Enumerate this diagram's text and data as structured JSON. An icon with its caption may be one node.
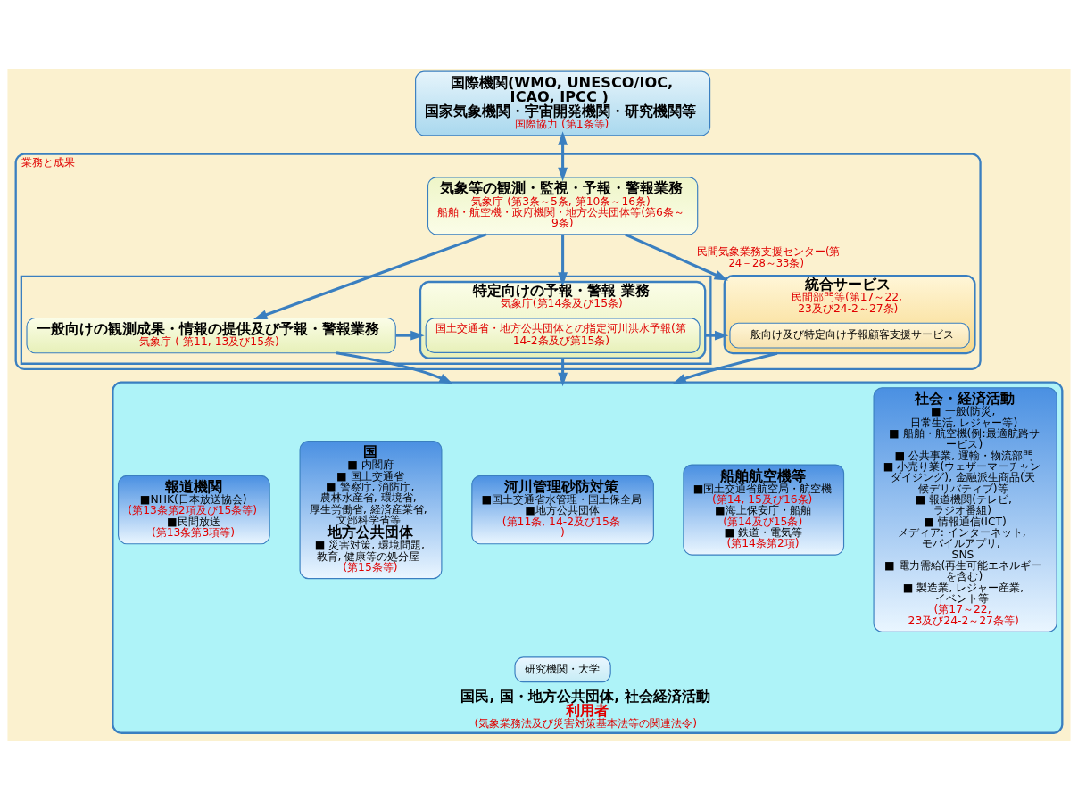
{
  "diagram": {
    "nodes": [
      {
        "text": [
          "国際機関(WMO, UNESCO/IOC, ICAO, IPCC )",
          "国家気象機関・宇宙開発機関・研究機関等",
          "国際協力 (第1条等)"
        ]
      },
      {
        "text": [
          "業務と成果"
        ]
      },
      {
        "text": [
          "気象等の観測・監視・予報・警報業務",
          "気象庁 (第3条～5条, 第10条～16条)",
          "船舶・航空機・政府機関・地方公共団体等(第6条～9条)"
        ],
        "in": 1
      },
      {
        "text": [],
        "shape": "box",
        "in": 1
      },
      {
        "text": [
          "一般向けの観測成果・情報の提供及び予報・警報業務",
          "気象庁 ( 第11, 13及び15条)"
        ],
        "in": 3
      },
      {
        "text": [
          "特定向けの予報・警報 業務",
          "気象庁(第14条及び15条)"
        ],
        "in": 3
      },
      {
        "text": [
          "国土交通省・地方公共団体との指定河川洪水予報(第14-2条及び第15条)"
        ],
        "in": 5
      },
      {
        "text": [
          "統合サービス",
          "民間部門等(第17～22, 23及び24-2～27条)"
        ],
        "in": 1
      },
      {
        "text": [
          "一般向け及び特定向け予報顧客支援サービス"
        ],
        "in": 7
      },
      {
        "text": [
          "国民, 国・地方公共団体, 社会経済活動",
          "利用者",
          "(気象業務法及び災害対策基本法等の関連法令)"
        ]
      },
      {
        "text": [
          "報道機関",
          "■NHK(日本放送協会)",
          "(第13条第2項及び15条等)",
          "■民間放送",
          "(第13条第3項等)"
        ],
        "in": 9
      },
      {
        "text": [
          "国",
          "■ 内閣府",
          "■ 国土交通省",
          "■ 警察庁, 消防庁, 農林水産省, 環境省, 厚生労働省, 経済産業省, 文部科学省等",
          "地方公共団体",
          "■ 災害対策, 環境問題, 教育, 健康等の処分屋",
          "(第15条等)"
        ],
        "in": 9
      },
      {
        "text": [
          "河川管理砂防対策",
          "■国土交通省水管理・国土保全局",
          "■地方公共団体",
          "(第11条, 14-2及び15条)"
        ],
        "in": 9
      },
      {
        "text": [
          "船舶航空機等",
          "■国土交通省航空局・航空機",
          "(第14, 15及び16条)",
          "■海上保安庁・船舶",
          "(第14及び15条)",
          "■ 鉄道・電気等",
          "(第14条第2項)"
        ],
        "in": 9
      },
      {
        "text": [
          "社会・経済活動",
          "■ 一般(防災, 日常生活, レジャー等)",
          "■ 船舶・航空機(例:最適航路サービス)",
          "■ 公共事業, 運輸・物流部門",
          "■ 小売り業(ウェザーマーチャンダイジング), 金融派生商品(天候デリバティブ)等",
          "■ 報道機関(テレビ, ラジオ番組)",
          "■ 情報通信(ICT)メディア: インターネット, モバイルアプリ, SNS",
          "■ 電力需給(再生可能エネルギーを含む)",
          "■ 製造業, レジャー産業, イベント等",
          "(第17～22, 23及び24-2～27条等)"
        ],
        "in": 9
      },
      {
        "text": [
          "研究機関・大学"
        ],
        "in": 9
      }
    ],
    "edges": [
      {
        "from": 0,
        "to": 2,
        "arrow": "both"
      },
      {
        "from": 2,
        "to": 4,
        "arrow": "to"
      },
      {
        "from": 2,
        "to": 5,
        "arrow": "to"
      },
      {
        "from": 2,
        "to": 7,
        "arrow": "to",
        "label": "民間気象業務支援センター(第24－28～33条)"
      },
      {
        "from": 4,
        "to": 5,
        "arrow": "to"
      },
      {
        "from": 5,
        "to": 7,
        "arrow": "to"
      },
      {
        "from": 4,
        "to": 9,
        "arrow": "to"
      },
      {
        "from": 5,
        "to": 9,
        "arrow": "to"
      },
      {
        "from": 7,
        "to": 9,
        "arrow": "to"
      }
    ]
  }
}
